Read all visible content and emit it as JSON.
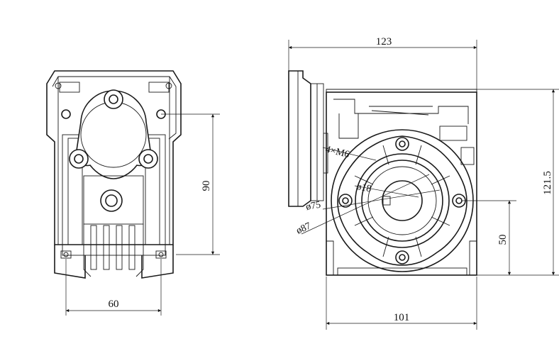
{
  "dimensions": {
    "front_width": "60",
    "front_height": "90",
    "side_width_top": "123",
    "side_width_bottom": "101",
    "side_height": "121.5",
    "shaft_height": "50",
    "bolt_label": "4×M6",
    "bore_label": "ø18",
    "flange_label": "ø75",
    "pcd_label": "ø87"
  }
}
